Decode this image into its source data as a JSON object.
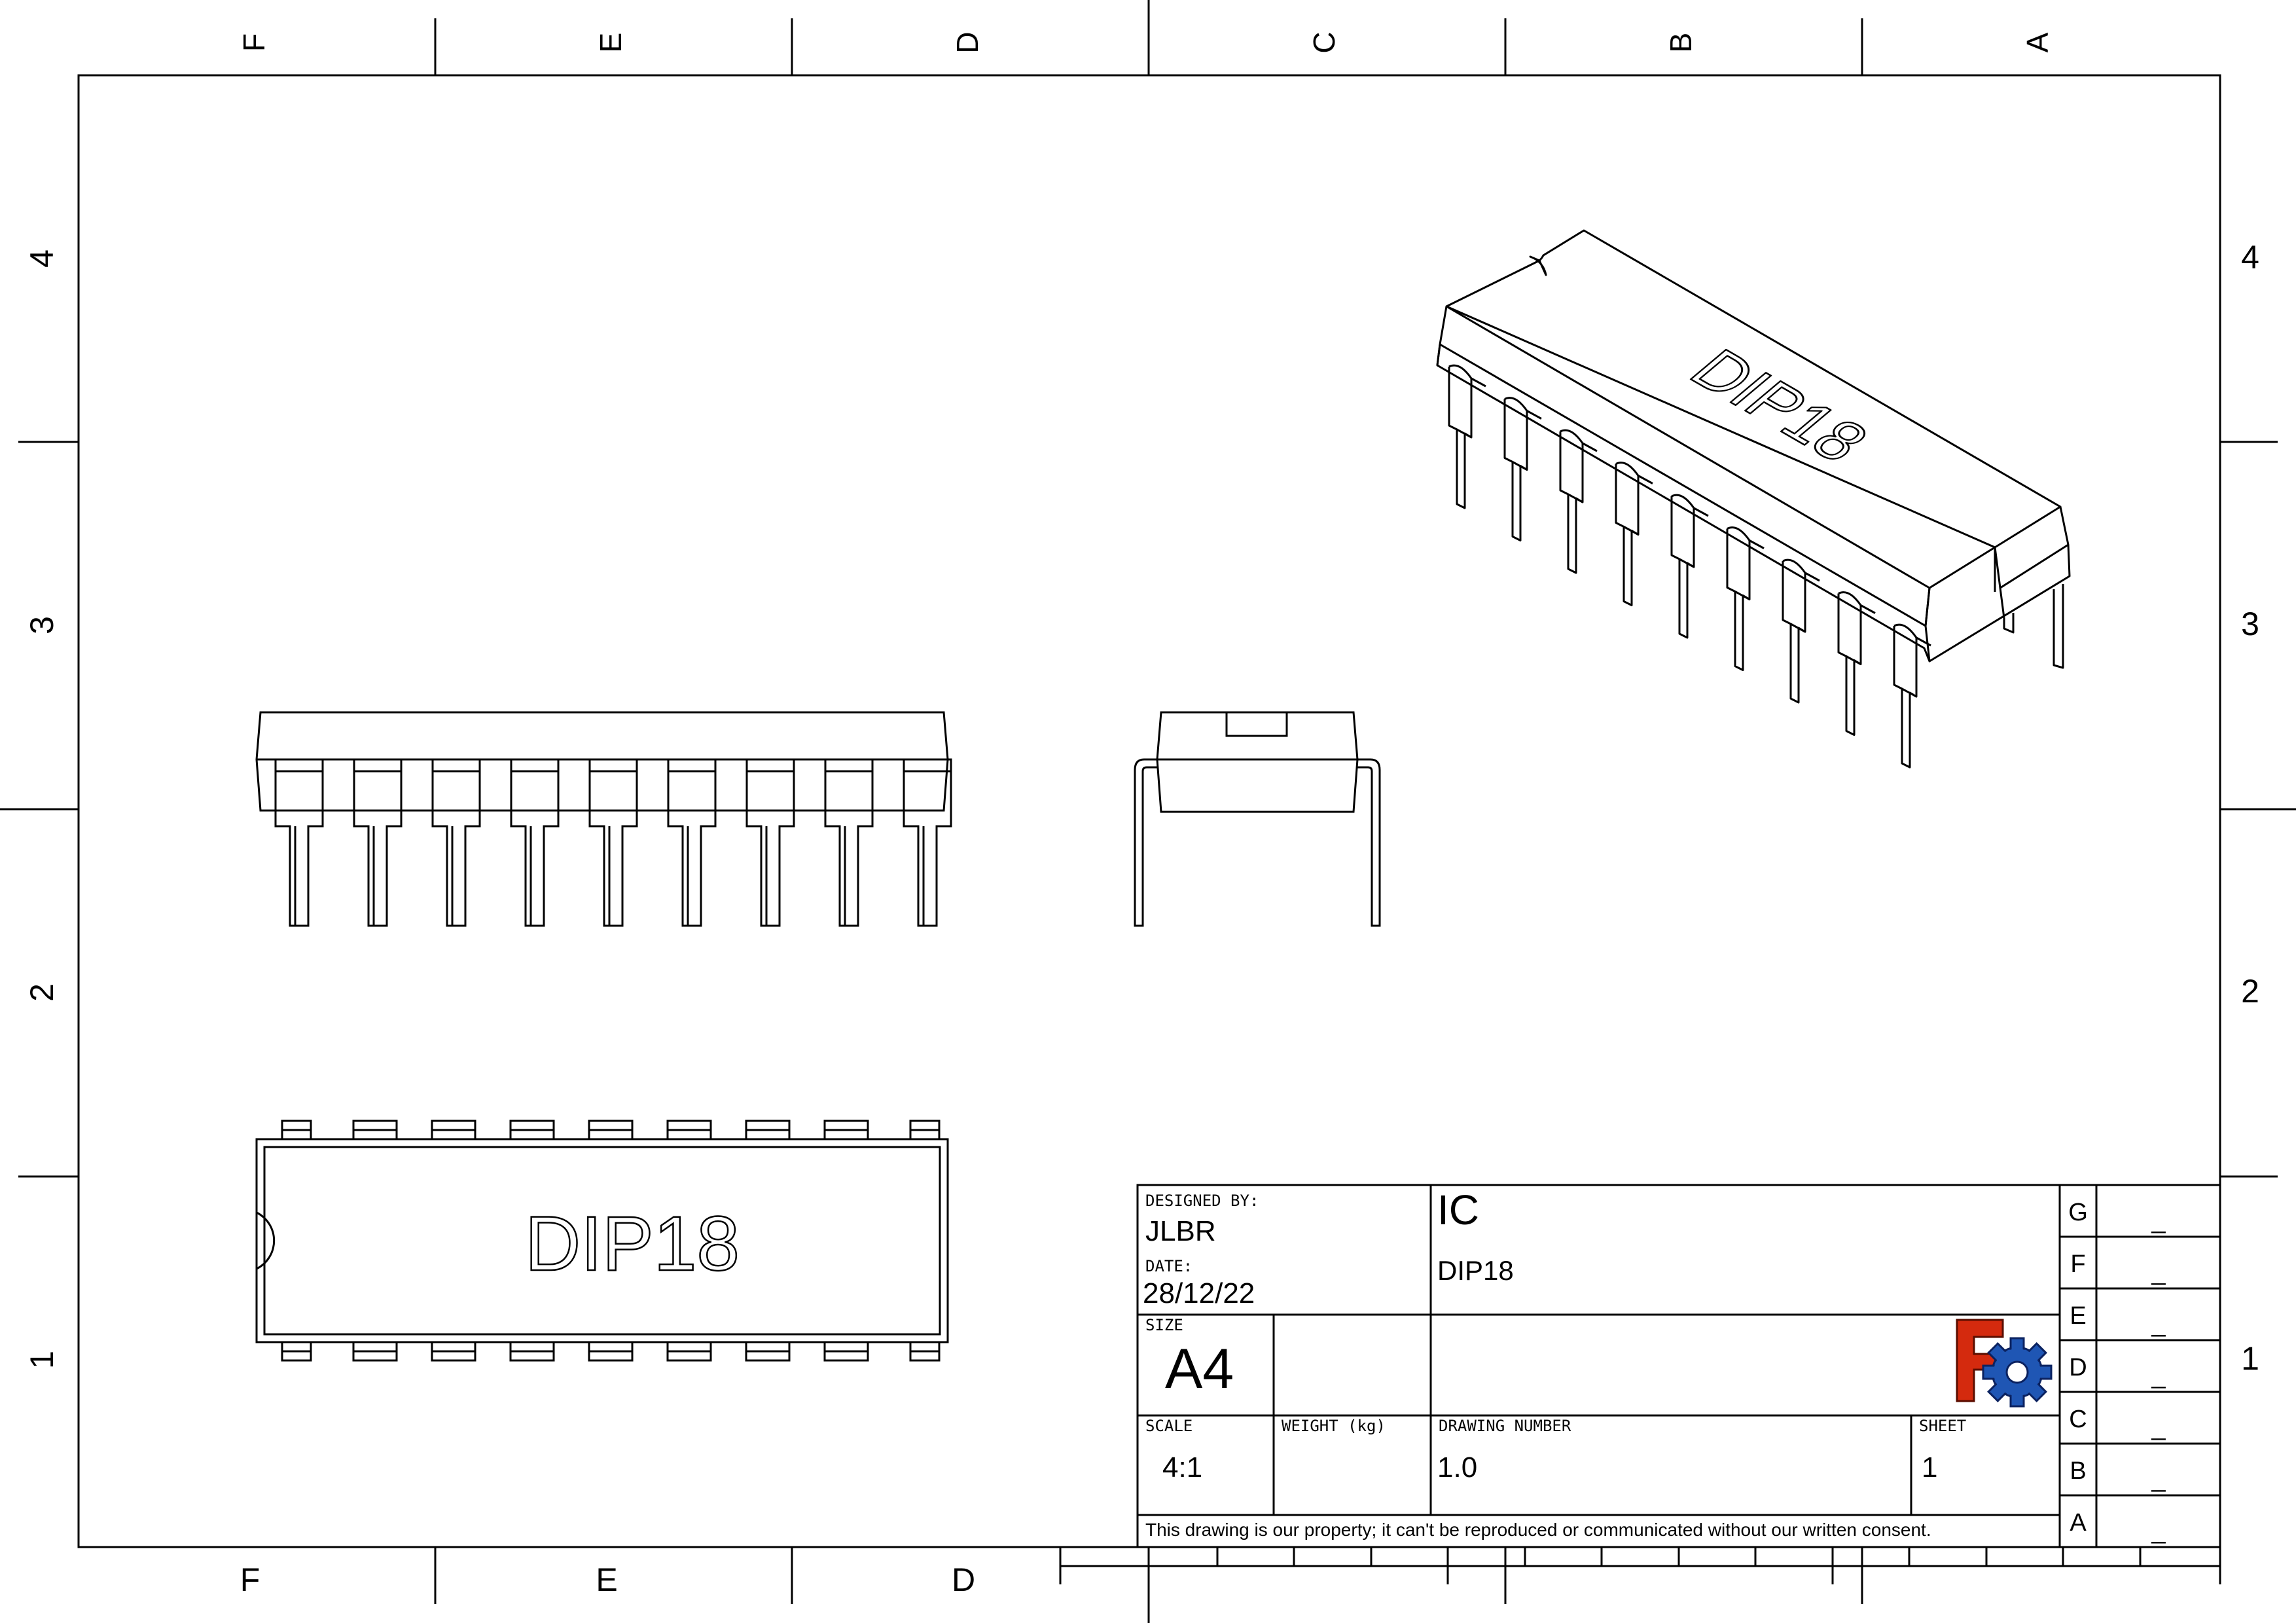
{
  "zones": {
    "columns": [
      "F",
      "E",
      "D",
      "C",
      "B",
      "A"
    ],
    "rows": [
      "4",
      "3",
      "2",
      "1"
    ]
  },
  "views": {
    "top_marking": "DIP18",
    "iso_marking": "DIP18"
  },
  "title_block": {
    "designed_by_label": "DESIGNED BY:",
    "designed_by": "JLBR",
    "date_label": "DATE:",
    "date": "28/12/22",
    "size_label": "SIZE",
    "size": "A4",
    "title": "IC",
    "subtitle": "DIP18",
    "scale_label": "SCALE",
    "scale": "4:1",
    "weight_label": "WEIGHT (kg)",
    "weight": "",
    "drawing_number_label": "DRAWING NUMBER",
    "drawing_number": "1.0",
    "sheet_label": "SHEET",
    "sheet": "1",
    "disclaimer": "This drawing is our property; it can't be reproduced or communicated without our written consent.",
    "logo": "freecad-logo",
    "revisions": [
      {
        "letter": "G",
        "value": "_"
      },
      {
        "letter": "F",
        "value": "_"
      },
      {
        "letter": "E",
        "value": "_"
      },
      {
        "letter": "D",
        "value": "_"
      },
      {
        "letter": "C",
        "value": "_"
      },
      {
        "letter": "B",
        "value": "_"
      },
      {
        "letter": "A",
        "value": "_"
      }
    ]
  },
  "colors": {
    "line": "#000000",
    "logo_red": "#d42a0e",
    "logo_blue": "#1f56b4"
  }
}
